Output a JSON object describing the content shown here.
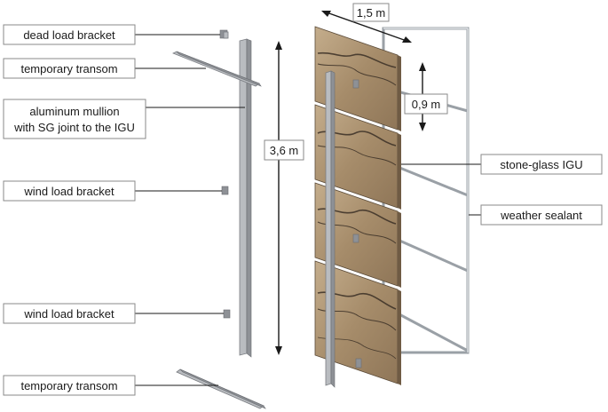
{
  "labels": {
    "dead_load_bracket": "dead load bracket",
    "temporary_transom_top": "temporary transom",
    "aluminum_mullion_line1": "aluminum mullion",
    "aluminum_mullion_line2": "with SG joint to the IGU",
    "wind_load_bracket_upper": "wind load bracket",
    "wind_load_bracket_lower": "wind load bracket",
    "temporary_transom_bottom": "temporary transom",
    "stone_glass_igu": "stone-glass IGU",
    "weather_sealant": "weather sealant"
  },
  "dimensions": {
    "height": "3,6 m",
    "width": "1,5 m",
    "panel_height": "0,9 m"
  },
  "colors": {
    "stone_base": "#a68c6a",
    "stone_light": "#c9b394",
    "stone_vein": "#3b3026",
    "aluminum": "#b9bcc0",
    "outline": "#1a1a1a"
  }
}
